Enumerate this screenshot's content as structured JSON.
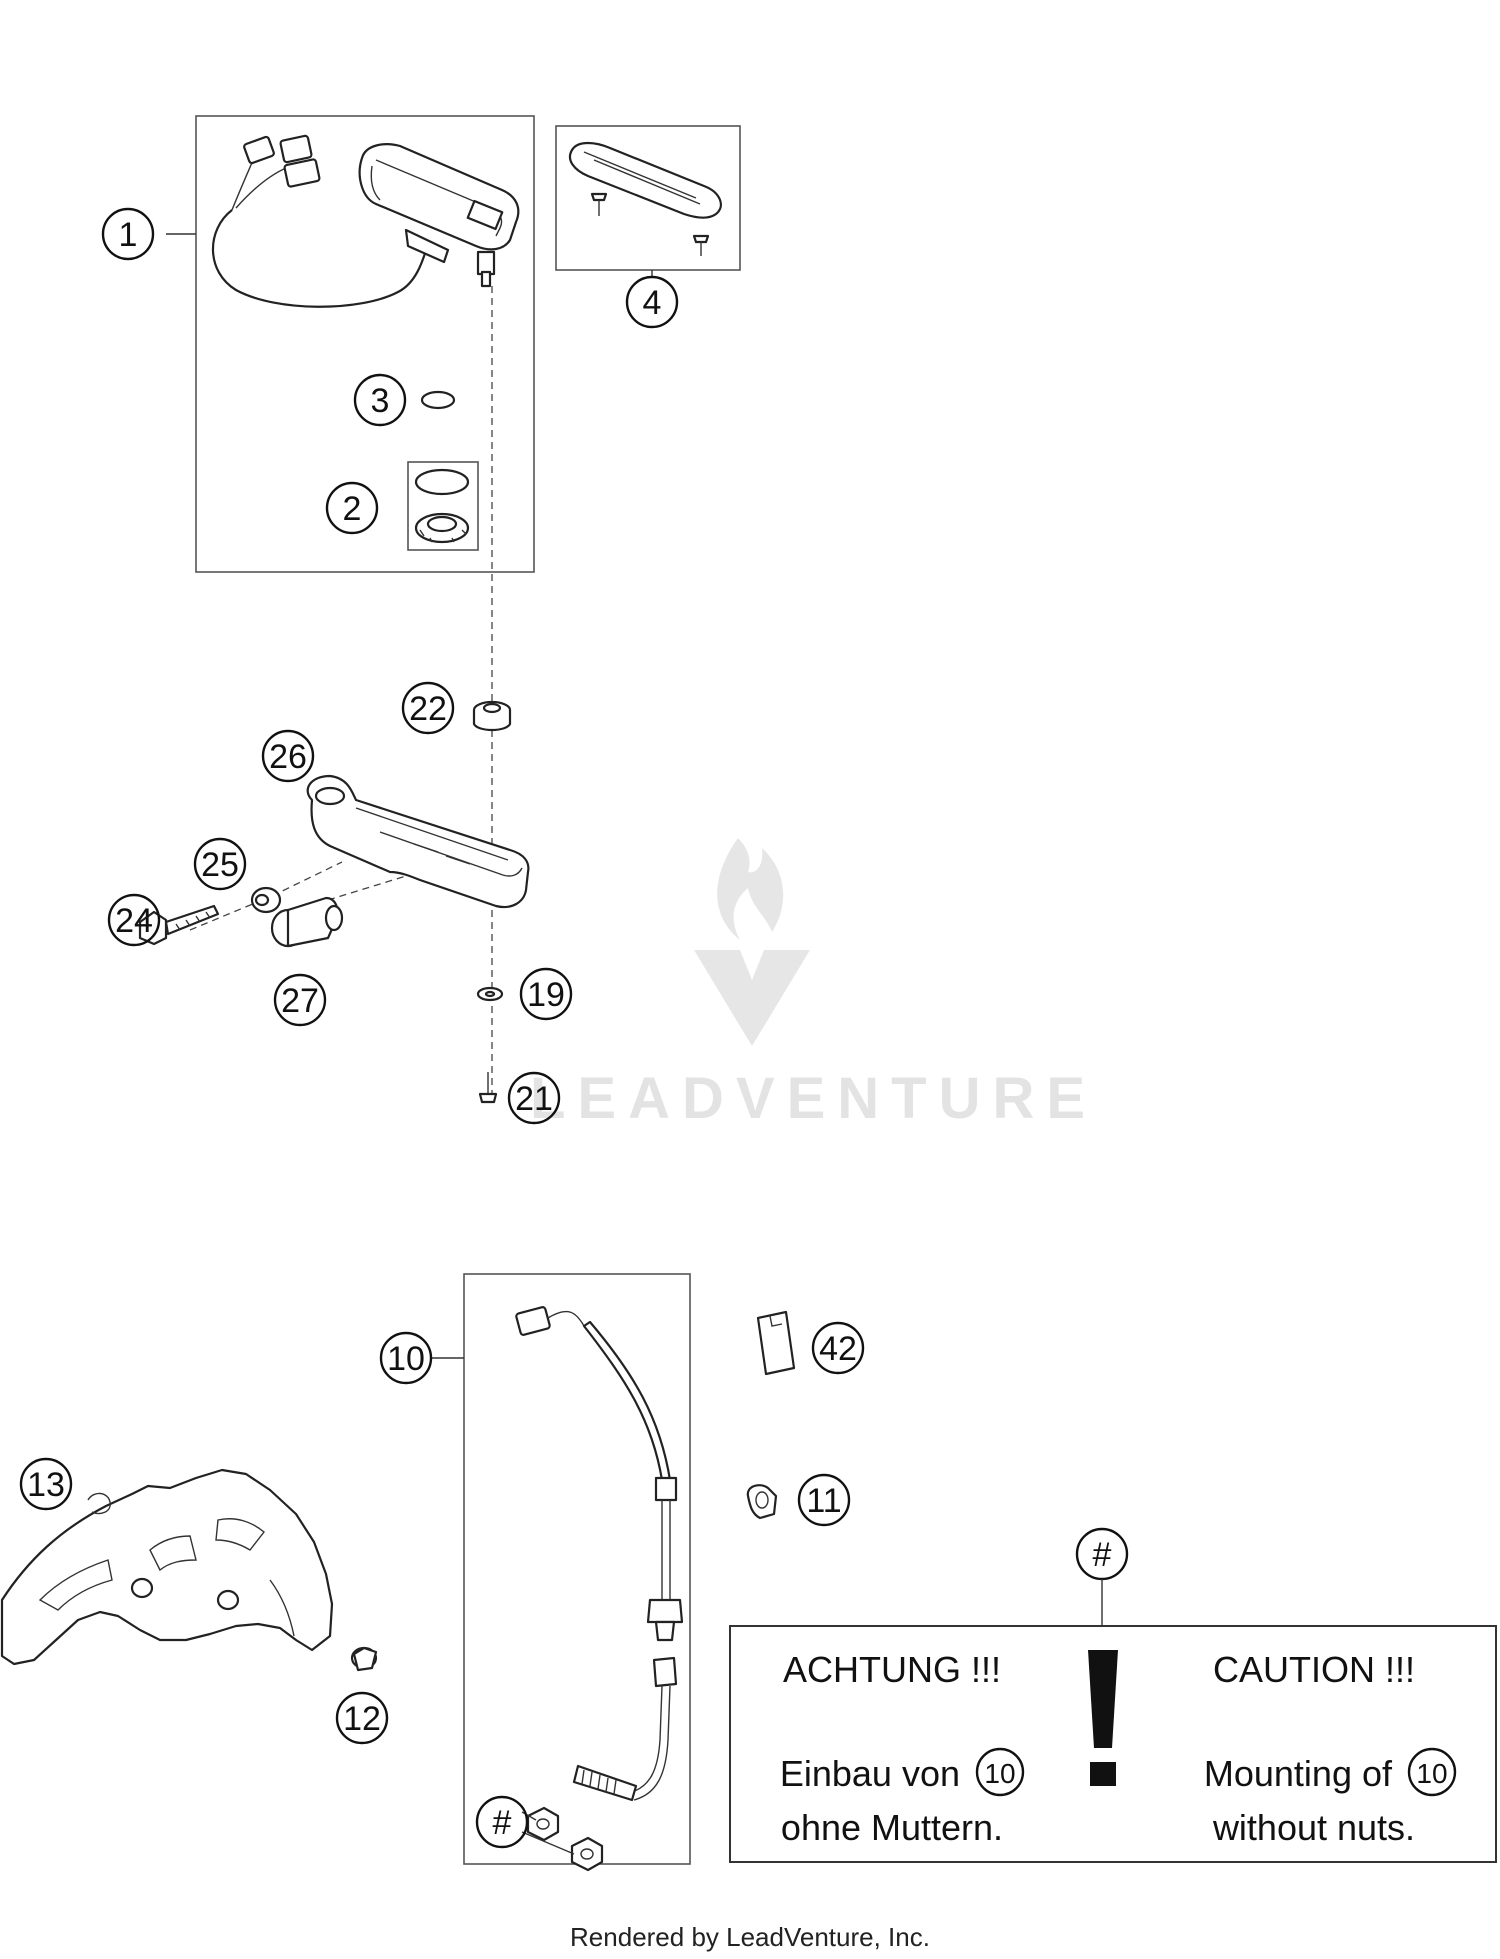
{
  "callouts": {
    "c1": "1",
    "c2": "2",
    "c3": "3",
    "c4": "4",
    "c10": "10",
    "c11": "11",
    "c12": "12",
    "c13": "13",
    "c19": "19",
    "c21": "21",
    "c22": "22",
    "c24": "24",
    "c25": "25",
    "c26": "26",
    "c27": "27",
    "c42": "42",
    "hash": "#"
  },
  "caution": {
    "title_de": "ACHTUNG !!!",
    "title_en": "CAUTION !!!",
    "line1_de_prefix": "Einbau von",
    "line1_de_ref": "10",
    "line2_de": "ohne Muttern.",
    "line1_en_prefix": "Mounting of",
    "line1_en_ref": "10",
    "line2_en": "without nuts.",
    "hash": "#"
  },
  "watermark": "LEADVENTURE",
  "footer": "Rendered by LeadVenture, Inc."
}
